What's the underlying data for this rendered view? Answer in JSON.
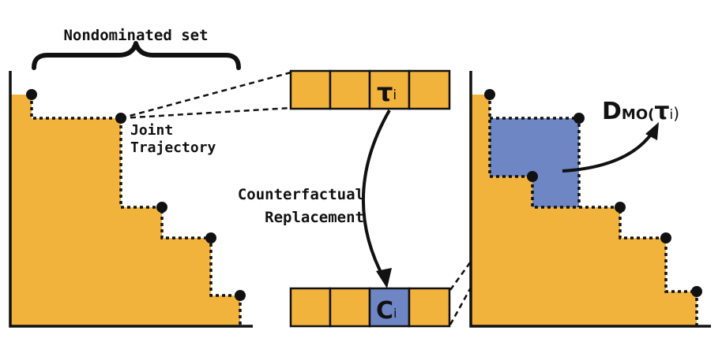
{
  "labels": {
    "nondominated_set": "Nondominated set",
    "joint": "Joint",
    "trajectory": "Trajectory",
    "counterfactual": "Counterfactual",
    "replacement": "Replacement",
    "tau_top": "τ",
    "tau_top_sub": "i",
    "c_bottom": "C",
    "c_bottom_sub": "i",
    "dmo_prefix": "D",
    "dmo_sub": "MO(",
    "dmo_tau": "τ",
    "dmo_tau_sub": "i",
    "dmo_close": ")"
  },
  "colors": {
    "fill_orange": "#F2B33D",
    "fill_blue": "#6E86C4",
    "ink": "#111111"
  }
}
